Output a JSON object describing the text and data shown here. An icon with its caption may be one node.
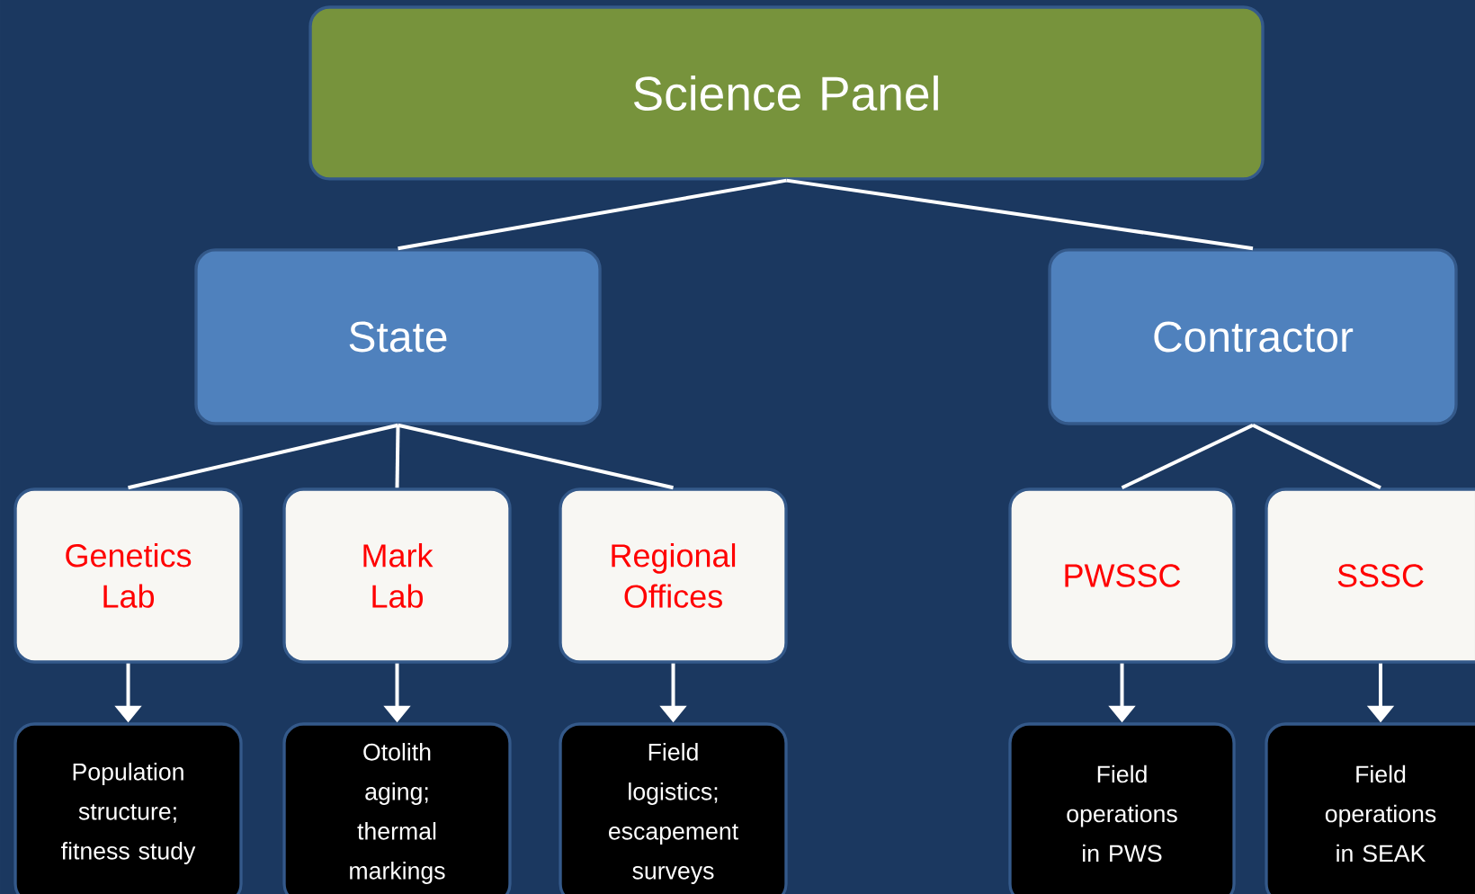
{
  "diagram": {
    "nodes": [
      {
        "text": [
          "Science Panel"
        ]
      },
      {
        "text": [
          "State"
        ]
      },
      {
        "text": [
          "Contractor"
        ]
      },
      {
        "text": [
          "Genetics Lab"
        ]
      },
      {
        "text": [
          "Mark Lab"
        ]
      },
      {
        "text": [
          "Regional Offices"
        ]
      },
      {
        "text": [
          "PWSSC"
        ]
      },
      {
        "text": [
          "SSSC"
        ]
      },
      {
        "text": [
          "Population structure; fitness study"
        ]
      },
      {
        "text": [
          "Otolith aging; thermal markings"
        ]
      },
      {
        "text": [
          "Field logistics; escapement surveys"
        ]
      },
      {
        "text": [
          "Field operations in PWS"
        ]
      },
      {
        "text": [
          "Field operations in SEAK"
        ]
      }
    ],
    "edges": [
      {
        "from": 0,
        "to": 1,
        "arrow": "none"
      },
      {
        "from": 0,
        "to": 2,
        "arrow": "none"
      },
      {
        "from": 1,
        "to": 3,
        "arrow": "none"
      },
      {
        "from": 1,
        "to": 4,
        "arrow": "none"
      },
      {
        "from": 1,
        "to": 5,
        "arrow": "none"
      },
      {
        "from": 2,
        "to": 6,
        "arrow": "none"
      },
      {
        "from": 2,
        "to": 7,
        "arrow": "none"
      },
      {
        "from": 3,
        "to": 8,
        "arrow": "to"
      },
      {
        "from": 4,
        "to": 9,
        "arrow": "to"
      },
      {
        "from": 5,
        "to": 10,
        "arrow": "to"
      },
      {
        "from": 6,
        "to": 11,
        "arrow": "to"
      },
      {
        "from": 7,
        "to": 12,
        "arrow": "to"
      }
    ]
  }
}
